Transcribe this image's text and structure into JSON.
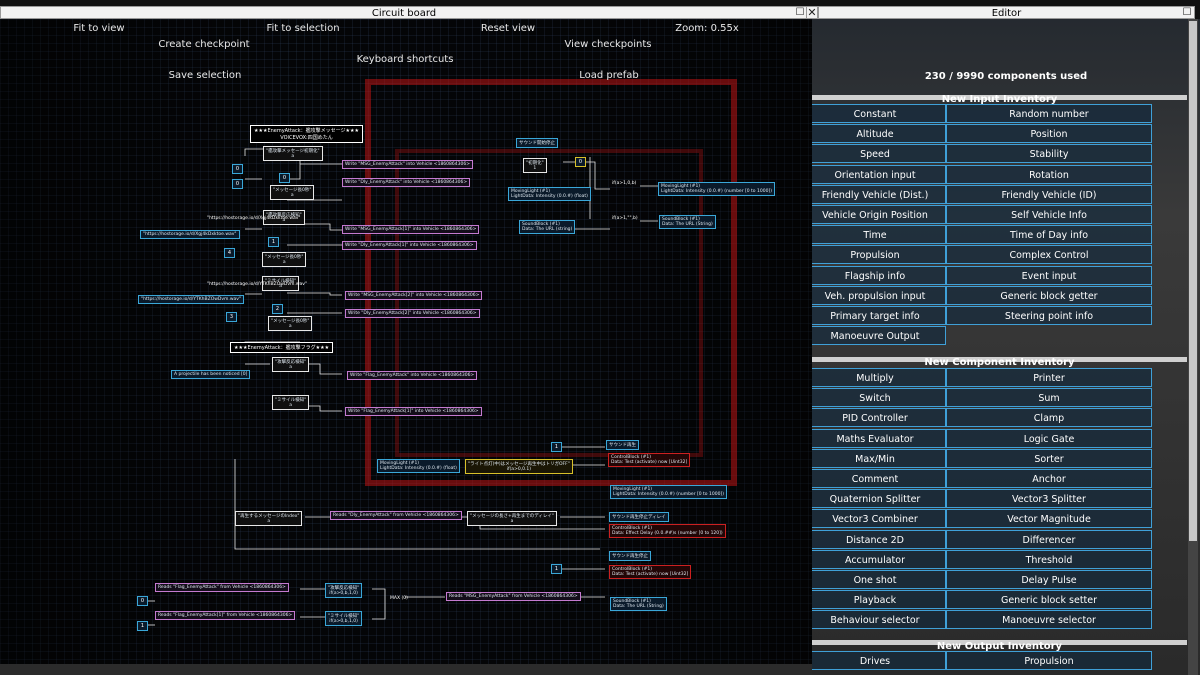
{
  "circuit_board": {
    "title": "Circuit board",
    "toolbar": {
      "fit_view": "Fit to view",
      "fit_selection": "Fit to selection",
      "reset_view": "Reset view",
      "zoom": "Zoom: 0.55x",
      "create_checkpoint": "Create checkpoint",
      "view_checkpoints": "View checkpoints",
      "keyboard_shortcuts": "Keyboard shortcuts",
      "save_selection": "Save selection",
      "load_prefab": "Load prefab"
    },
    "nodes": {
      "h1": "★★★EnemyAttack：艦攻撃メッセージ★★★",
      "h1b": "VOICEVOX:四国めたん",
      "h2": "★★★EnemyAttack：艦攻撃フラグ★★★",
      "h3": "サウンド開始停止",
      "s1": "\"艦攻撃メッセージ初期化\"",
      "s2": "\"メッセージ長0秒\"",
      "s3": "\"艦攻撃反応検知\"",
      "s4": "\"メッセージ長0秒\"",
      "s5": "\"ミサイル検知\"",
      "s6": "\"メッセージ長0秒\"",
      "s7": "\"攻撃反応検知\"",
      "s8": "\"ミサイル検知\"",
      "w1": "Write \"MSG_EnemyAttack\" into Vehicle <1860864306>",
      "w2": "Write \"Dly_EnemyAttack\" into Vehicle <1860864306>",
      "w3": "Write \"MSG_EnemyAttack[1]\" into Vehicle <1860864306>",
      "w4": "Write \"Dly_EnemyAttack[1]\" into Vehicle <1860864306>",
      "w5": "Write \"MSG_EnemyAttack[2]\" into Vehicle <1860864306>",
      "w6": "Write \"Dly_EnemyAttack[2]\" into Vehicle <1860864306>",
      "w7": "Write \"Flag_EnemyAttack\" into Vehicle <1860864306>",
      "w8": "Write \"Flag_EnemyAttack[1]\" into Vehicle <1860864306>",
      "url1": "\"https://hostorage.io/d/Xgj4kDxktoe.wav\"",
      "url2": "\"https://hostorage.io/d/YTKhBZOwDvm.wav\"",
      "projectile": "A projectile has been noticed [0]",
      "ml1": "MovingLight (#1)",
      "ml1d": "LightData: Intensity (0.0.#) (float)",
      "sb1": "SoundBlock (#1)",
      "sb1d": "Data: The URL (string)",
      "ml2": "MovingLight (#1)",
      "ml2d": "LightData: Intensity (0.0.#) (number [0 to 1000])",
      "sb2": "SoundBlock (#1)",
      "sb2d": "Data: The URL (String)",
      "if1": "if(a>1,0,b)",
      "if2": "if(a>1,\"\",b)",
      "init": "\"初期化\"",
      "snd_label1": "サウンド再生",
      "snd_label2": "サウンド再生停止ディレイ",
      "snd_label3": "サウンド再生停止",
      "cb1": "ControlBlock (#1)",
      "cb1d": "Data: Test (activate) now [Uint32]",
      "cb2": "ControlBlock (#1)",
      "cb2d": "Data: Effect Delay (0.0.##)s (number [0 to 120])",
      "cb3": "ControlBlock (#1)",
      "cb3d": "Data: Test (activate) now [Uint32]",
      "ml3": "MovingLight (#1)",
      "ml3d": "LightData: Intensity (0.0.#) (float)",
      "ml4": "MovingLight (#1)",
      "ml4d": "LightData: Intensity (0.0.#) (number [0 to 1000])",
      "yellow": "\"ライト点灯(中)はメッセージ再生中はトリガOFF\"",
      "yellowb": "if(a>0,0.1)",
      "idx": "\"再生するメッセージのIndex\"",
      "r1": "Reads \"Dly_EnemyAttack\" from Vehicle <1860864306>",
      "delay_lbl": "\"メッセージの長さ+再生までのディレイ\"",
      "r2": "Reads \"Flag_EnemyAttack\" from Vehicle <1860864306>",
      "r3": "Reads \"Flag_EnemyAttack[1]\" from Vehicle <1860864306>",
      "r4": "Reads \"MSG_EnemyAttack\" from Vehicle <1860864306>",
      "c1": "\"攻撃反応検知\"",
      "c1b": "if(a>0,b,1,0)",
      "c2": "\"ミサイル検知\"",
      "c2b": "if(a>0,b,1,0)",
      "maxn": "MAX (0)",
      "sb3": "SoundBlock (#1)",
      "sb3d": "Data: The URL (String)",
      "a": "a",
      "n0": "0",
      "n1": "1",
      "n2": "2",
      "n3": "3",
      "n4": "4"
    }
  },
  "editor": {
    "title": "Editor",
    "usage": "230 / 9990 components used",
    "input_title": "New Input Inventory",
    "input_items": [
      "Constant",
      "Random number",
      "Altitude",
      "Position",
      "Speed",
      "Stability",
      "Orientation input",
      "Rotation",
      "Friendly Vehicle (Dist.)",
      "Friendly Vehicle (ID)",
      "Vehicle Origin Position",
      "Self Vehicle Info",
      "Time",
      "Time of Day info",
      "Propulsion",
      "Complex Control",
      "Flagship info",
      "Event input",
      "Veh. propulsion input",
      "Generic block getter",
      "Primary target info",
      "Steering point info",
      "Manoeuvre Output"
    ],
    "component_title": "New Component Inventory",
    "component_items": [
      "Multiply",
      "Printer",
      "Switch",
      "Sum",
      "PID Controller",
      "Clamp",
      "Maths Evaluator",
      "Logic Gate",
      "Max/Min",
      "Sorter",
      "Comment",
      "Anchor",
      "Quaternion Splitter",
      "Vector3 Splitter",
      "Vector3 Combiner",
      "Vector Magnitude",
      "Distance 2D",
      "Differencer",
      "Accumulator",
      "Threshold",
      "One shot",
      "Delay Pulse",
      "Playback",
      "Generic block setter",
      "Behaviour selector",
      "Manoeuvre selector"
    ],
    "output_title": "New Output Inventory",
    "output_items": [
      "Drives",
      "Propulsion"
    ]
  }
}
